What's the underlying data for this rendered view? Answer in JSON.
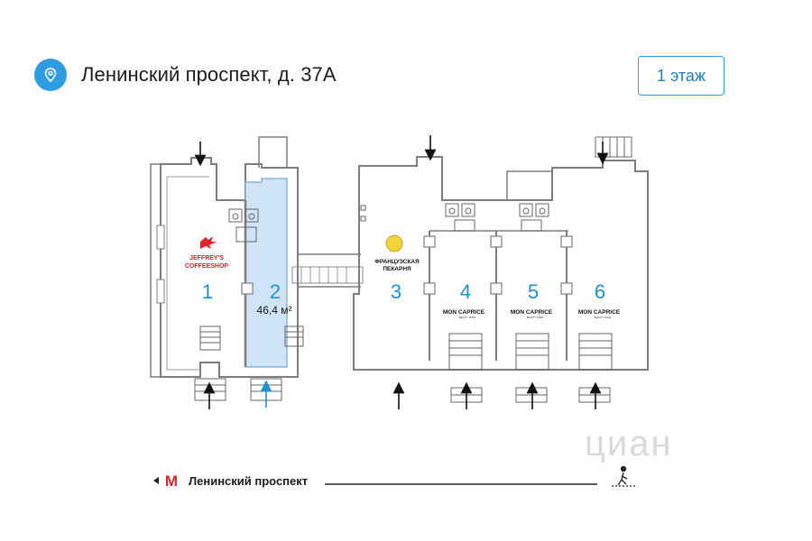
{
  "header": {
    "address": "Ленинский проспект, д. 37А",
    "floor_label": "1 этаж"
  },
  "units": [
    {
      "number": "1",
      "brand_lines": [
        "JEFFREY'S",
        "COFFEESHOP"
      ]
    },
    {
      "number": "2",
      "area": "46,4 м²",
      "highlighted": true
    },
    {
      "number": "3",
      "brand_lines": [
        "ФРАНЦУЗСКАЯ",
        "ПЕКАРНЯ"
      ]
    },
    {
      "number": "4",
      "brand_lines": [
        "MON CAPRICE",
        "BEAUTY ZONE"
      ]
    },
    {
      "number": "5",
      "brand_lines": [
        "MON CAPRICE",
        "BEAUTY ZONE"
      ]
    },
    {
      "number": "6",
      "brand_lines": [
        "MON CAPRICE",
        "BEAUTY ZONE"
      ]
    }
  ],
  "footer": {
    "metro_label": "Ленинский проспект",
    "metro_letter": "М"
  },
  "watermark": "циан",
  "colors": {
    "accent": "#2f9be0",
    "highlight_fill": "#cfe5f7",
    "unit_number": "#1f8fd6",
    "metro_red": "#d8262c",
    "wall": "#8a8a8a"
  },
  "icons": [
    "map-pin-icon",
    "metro-icon",
    "pedestrian-icon",
    "entrance-arrow-icon",
    "toilet-icon"
  ]
}
